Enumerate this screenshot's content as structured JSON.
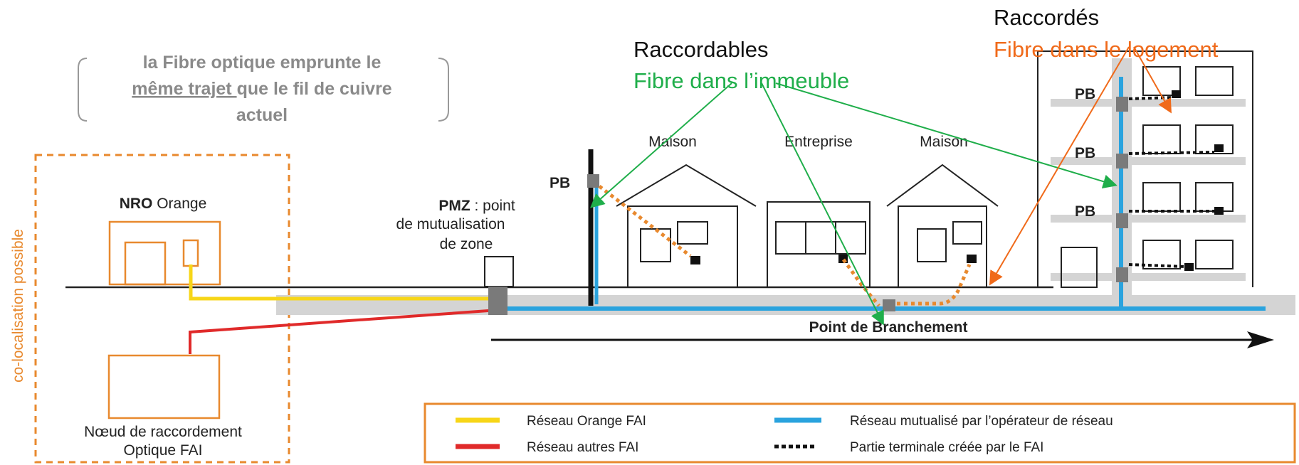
{
  "callout": {
    "line1": "la Fibre optique emprunte le",
    "line2_underlined": "même trajet ",
    "line2_rest": "que le fil de cuivre",
    "line3": "actuel"
  },
  "colocation_label": "co-localisation possible",
  "nro": {
    "bold": "NRO",
    "rest": " Orange"
  },
  "noeud": {
    "line1": "Nœud de raccordement",
    "line2": "Optique FAI"
  },
  "pmz": {
    "bold": "PMZ",
    "rest": " : point",
    "line2": "de mutualisation",
    "line3": "de zone"
  },
  "pb_label": "PB",
  "buildings": {
    "maison": "Maison",
    "entreprise": "Entreprise"
  },
  "point_branchement": "Point de Branchement",
  "raccordables": {
    "title": "Raccordables",
    "subtitle": "Fibre dans l’immeuble"
  },
  "raccordes": {
    "title": "Raccordés",
    "subtitle": "Fibre dans le logement"
  },
  "legend": {
    "orange_fai": "Réseau Orange FAI",
    "autres_fai": "Réseau autres FAI",
    "mutualise": "Réseau mutualisé par l’opérateur de réseau",
    "terminale": "Partie terminale créée par le FAI"
  },
  "colors": {
    "orange": "#e8892e",
    "blue": "#2aa3de",
    "yellow": "#f7d618",
    "red": "#e02a2a",
    "green": "#1fae4a",
    "orange_text": "#f06a1a",
    "grey_band": "#d4d4d4",
    "grey_box": "#7a7a7a"
  }
}
